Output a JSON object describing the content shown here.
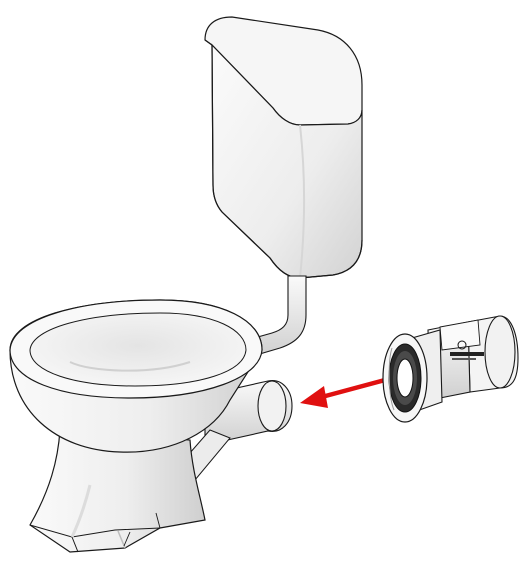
{
  "illustration": {
    "kind": "technical-render",
    "subject": [
      "toilet-pan",
      "cistern",
      "flush-pipe",
      "pan-connector"
    ],
    "colors": {
      "background": "#ffffff",
      "ceramic": "#ededed",
      "ceramic_shade": "#c9c9c9",
      "outline": "#1a1a1a",
      "arrow": "#e01010",
      "seal": "#2a2a2a"
    },
    "connector_logo": {
      "text": ""
    }
  },
  "arrow": {
    "direction": "left",
    "color": "#e01010"
  }
}
